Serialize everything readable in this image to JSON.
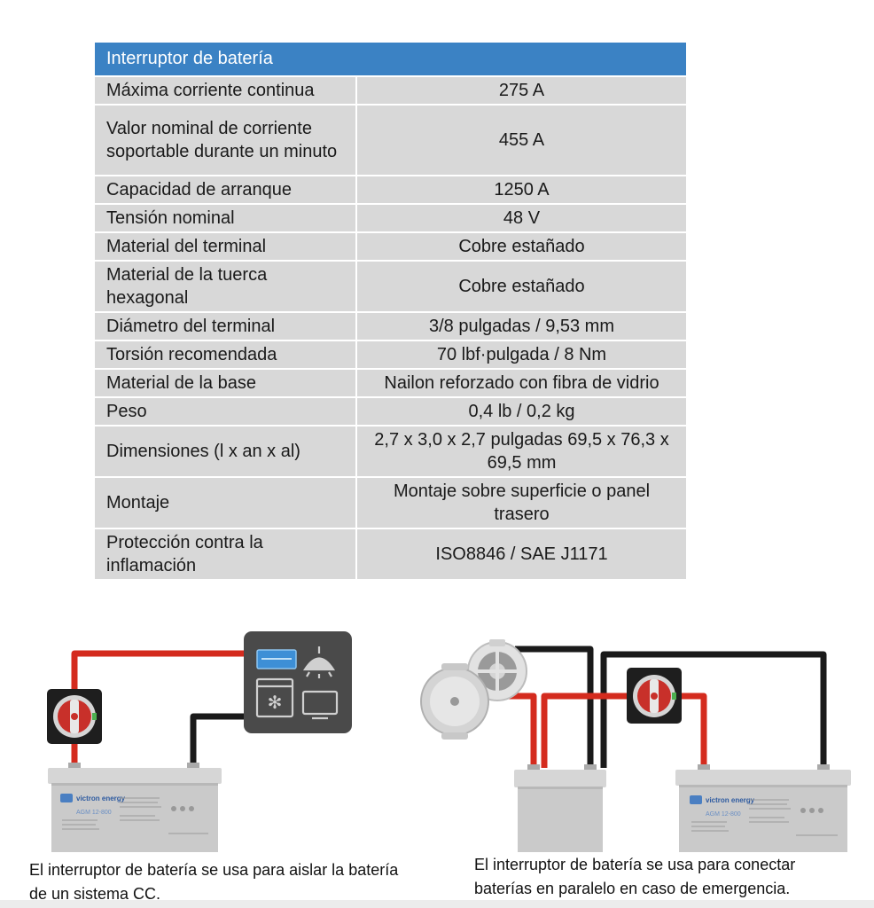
{
  "table": {
    "header": "Interruptor de batería",
    "rows": [
      {
        "label": "Máxima corriente continua",
        "value": "275 A"
      },
      {
        "label": "Valor nominal de corriente soportable durante un minuto",
        "value": "455 A"
      },
      {
        "label": "Capacidad de arranque",
        "value": "1250 A"
      },
      {
        "label": "Tensión nominal",
        "value": "48 V"
      },
      {
        "label": "Material del terminal",
        "value": "Cobre estañado"
      },
      {
        "label": "Material de la tuerca hexagonal",
        "value": "Cobre estañado"
      },
      {
        "label": "Diámetro del terminal",
        "value": "3/8 pulgadas / 9,53 mm"
      },
      {
        "label": "Torsión recomendada",
        "value": "70 lbf·pulgada / 8 Nm"
      },
      {
        "label": "Material de la base",
        "value": "Nailon reforzado con fibra de vidrio"
      },
      {
        "label": "Peso",
        "value": "0,4 lb / 0,2 kg"
      },
      {
        "label": "Dimensiones (l x an x al)",
        "value": "2,7 x 3,0 x 2,7 pulgadas 69,5 x 76,3 x 69,5 mm"
      },
      {
        "label": "Montaje",
        "value": "Montaje sobre superficie o panel trasero"
      },
      {
        "label": "Protección contra la inflamación",
        "value": "ISO8846 / SAE J1171"
      }
    ]
  },
  "diagrams": {
    "battery_brand": "victron energy",
    "battery_model": "AGM 12-800"
  },
  "captions": {
    "left": "El interruptor de batería se usa para aislar la batería de un sistema CC.",
    "right": "El interruptor de batería se usa para conectar baterías en paralelo en caso de emergencia."
  },
  "colors": {
    "header_blue": "#3b82c4",
    "row_gray": "#d8d8d8",
    "cable_red": "#d42b1e",
    "cable_black": "#1a1a1a",
    "switch_red": "#c8302a",
    "panel_gray": "#4a4a4a",
    "battery_gray": "#c9c9c9"
  }
}
